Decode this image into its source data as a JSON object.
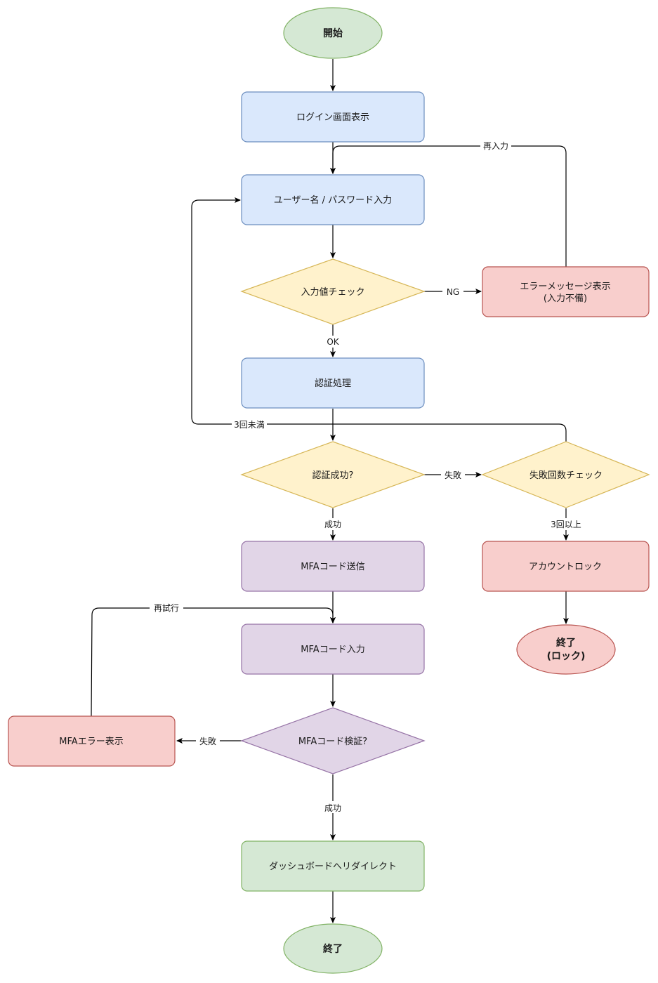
{
  "colors": {
    "blue_fill": "#dae8fc",
    "blue_stroke": "#6c8ebf",
    "yellow_fill": "#fff2cc",
    "yellow_stroke": "#d6b656",
    "red_fill": "#f8cecc",
    "red_stroke": "#b85450",
    "green_fill": "#d5e8d4",
    "green_stroke": "#82b366",
    "purple_fill": "#e1d5e7",
    "purple_stroke": "#9673a6"
  },
  "nodes": {
    "start": {
      "line1": "開始"
    },
    "login_screen": {
      "line1": "ログイン画面表示"
    },
    "credentials": {
      "line1": "ユーザー名 / パスワード入力"
    },
    "input_check": {
      "line1": "入力値チェック"
    },
    "input_error": {
      "line1": "エラーメッセージ表示",
      "line2": "(入力不備)"
    },
    "auth": {
      "line1": "認証処理"
    },
    "auth_success": {
      "line1": "認証成功?"
    },
    "fail_count": {
      "line1": "失敗回数チェック"
    },
    "account_lock": {
      "line1": "アカウントロック"
    },
    "end_lock": {
      "line1": "終了",
      "line2": "(ロック)"
    },
    "mfa_send": {
      "line1": "MFAコード送信"
    },
    "mfa_input": {
      "line1": "MFAコード入力"
    },
    "mfa_verify": {
      "line1": "MFAコード検証?"
    },
    "mfa_error": {
      "line1": "MFAエラー表示"
    },
    "redirect": {
      "line1": "ダッシュボードへリダイレクト"
    },
    "end": {
      "line1": "終了"
    }
  },
  "edges": {
    "reinput": "再入力",
    "ng": "NG",
    "ok": "OK",
    "under3": "3回未満",
    "fail1": "失敗",
    "success1": "成功",
    "over3": "3回以上",
    "retry": "再試行",
    "fail2": "失敗",
    "success2": "成功"
  }
}
